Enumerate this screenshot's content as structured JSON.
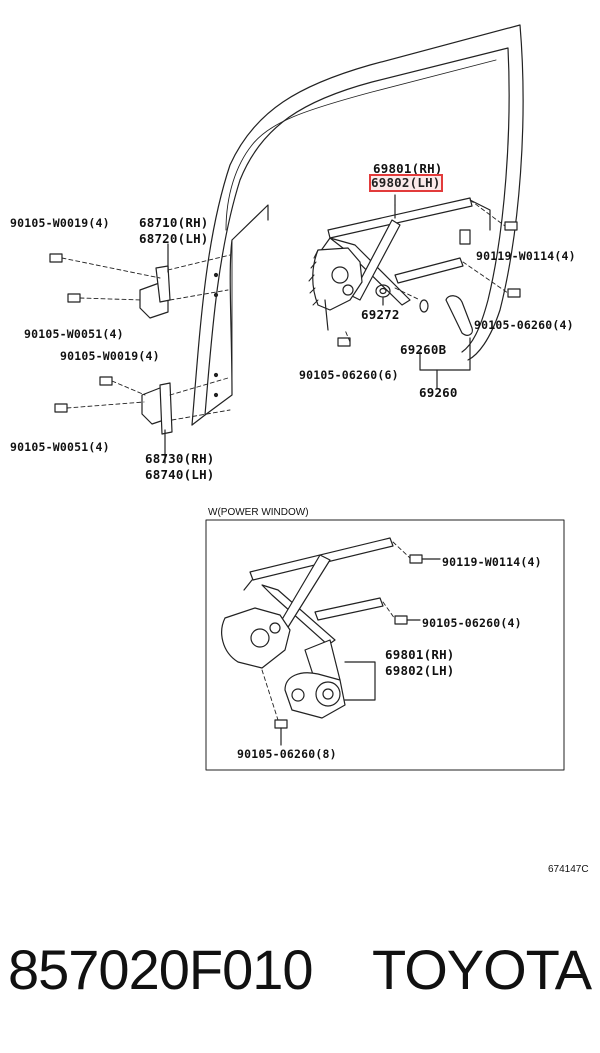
{
  "diagram": {
    "labels": {
      "p69801_rh": "69801(RH)",
      "p69802_lh": "69802(LH)",
      "p68710_rh": "68710(RH)",
      "p68720_lh": "68720(LH)",
      "b90105_w0019_4a": "90105-W0019(4)",
      "b90105_w0051_4a": "90105-W0051(4)",
      "b90105_w0019_4b": "90105-W0019(4)",
      "b90105_w0051_4b": "90105-W0051(4)",
      "p68730_rh": "68730(RH)",
      "p68740_lh": "68740(LH)",
      "b90119_w0114_4a": "90119-W0114(4)",
      "b90105_06260_4a": "90105-06260(4)",
      "p69272": "69272",
      "p69260b": "69260B",
      "p69260": "69260",
      "b90105_06260_6": "90105-06260(6)"
    },
    "inset": {
      "title": "W(POWER WINDOW)",
      "labels": {
        "b90119_w0114_4": "90119-W0114(4)",
        "b90105_06260_4": "90105-06260(4)",
        "p69801_rh": "69801(RH)",
        "p69802_lh": "69802(LH)",
        "b90105_06260_8": "90105-06260(8)"
      }
    },
    "illustration_code": "674147C"
  },
  "footer": {
    "part_number": "857020F010",
    "brand": "TOYOTA"
  }
}
